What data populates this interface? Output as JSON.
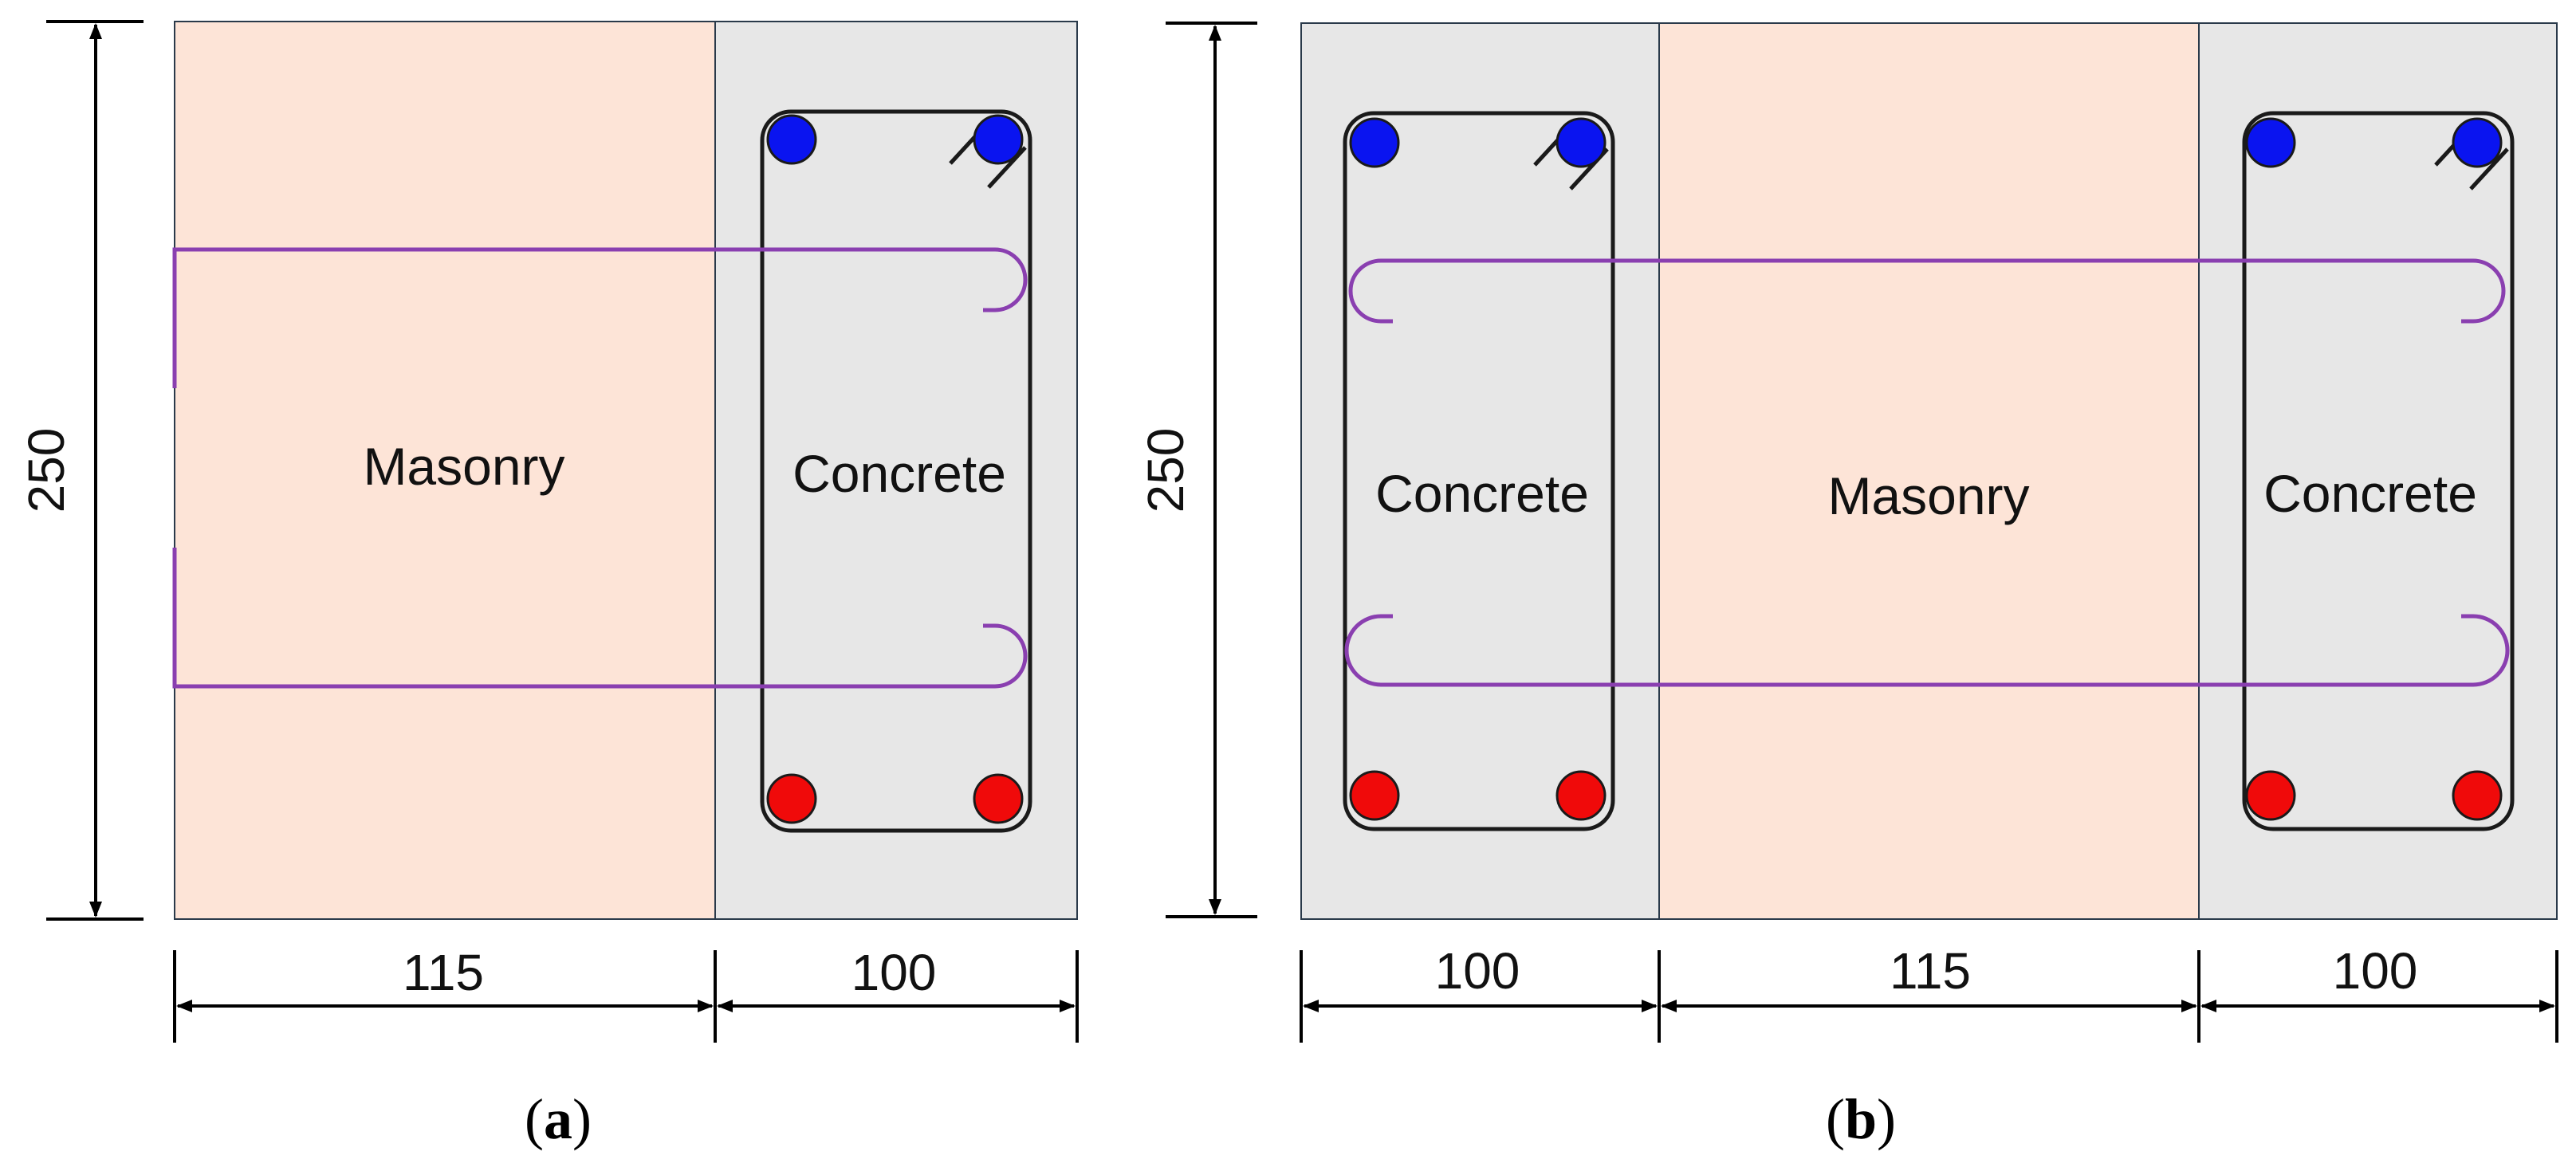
{
  "colors": {
    "masonry_fill": "#fde4d7",
    "concrete_fill": "#e7e7e7",
    "outline": "#2a3a4a",
    "stirrup": "#1a1a1a",
    "tie_bar": "#8a3fb0",
    "top_rebar": "#0a14f0",
    "bottom_rebar": "#f00a0a",
    "dimension": "#000000"
  },
  "figure_a": {
    "height_dim": "250",
    "width_dims": [
      "115",
      "100"
    ],
    "masonry_label": "Masonry",
    "concrete_label": "Concrete",
    "caption_open": "(",
    "caption_letter": "a",
    "caption_close": ")"
  },
  "figure_b": {
    "height_dim": "250",
    "width_dims": [
      "100",
      "115",
      "100"
    ],
    "left_concrete_label": "Concrete",
    "masonry_label": "Masonry",
    "right_concrete_label": "Concrete",
    "caption_open": "(",
    "caption_letter": "b",
    "caption_close": ")"
  }
}
